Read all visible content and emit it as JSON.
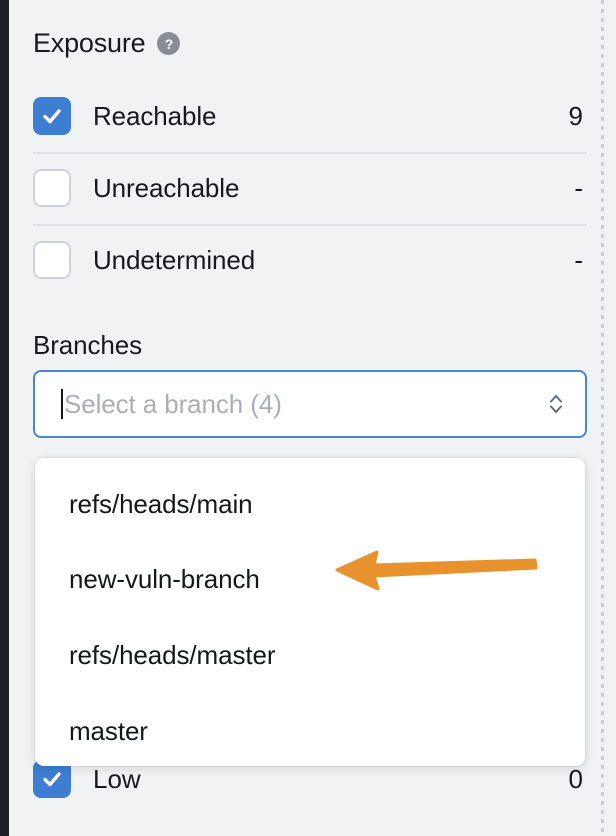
{
  "exposure": {
    "title": "Exposure",
    "help_icon": "help-circle-icon",
    "help_glyph": "?",
    "rows": [
      {
        "label": "Reachable",
        "value": "9",
        "checked": true
      },
      {
        "label": "Unreachable",
        "value": "-",
        "checked": false
      },
      {
        "label": "Undetermined",
        "value": "-",
        "checked": false
      }
    ]
  },
  "branches": {
    "title": "Branches",
    "input": {
      "value": "",
      "placeholder": "Select a branch (4)",
      "selector_icon": "chevron-up-down-icon",
      "focused": true
    },
    "dropdown": {
      "open": true,
      "options": [
        {
          "label": "refs/heads/main"
        },
        {
          "label": "new-vuln-branch"
        },
        {
          "label": "refs/heads/master"
        },
        {
          "label": "master"
        }
      ]
    }
  },
  "severity": {
    "obscured_row": {
      "label": "Low",
      "value": "0",
      "checked": true
    }
  },
  "annotation": {
    "arrow": {
      "name": "pointer-arrow",
      "color": "#e8922e",
      "direction": "left",
      "points_at": "new-vuln-branch"
    }
  },
  "colors": {
    "accent_blue": "#3d7ed2",
    "focus_border": "#4a86d8",
    "panel_bg": "#f1f2f4",
    "rail_dark": "#1e2226",
    "divider": "#dfe2e6",
    "help_gray": "#868d95",
    "placeholder_gray": "#a9afb7",
    "arrow_orange": "#e8922e"
  }
}
